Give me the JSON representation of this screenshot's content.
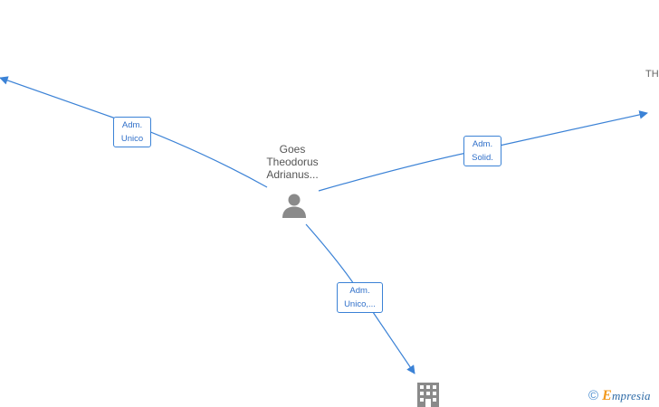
{
  "center_node": {
    "name_lines": [
      "Goes",
      "Theodorus",
      "Adrianus..."
    ],
    "icon": "person-icon"
  },
  "right_node": {
    "label_fragment": "TH"
  },
  "bottom_node": {
    "icon": "building-icon"
  },
  "edges": {
    "left": {
      "line1": "Adm.",
      "line2": "Unico"
    },
    "right": {
      "line1": "Adm.",
      "line2": "Solid."
    },
    "bottom": {
      "line1": "Adm.",
      "line2": "Unico,..."
    }
  },
  "watermark": {
    "copyright_symbol": "©",
    "brand_first_letter": "E",
    "brand_rest": "mpresia",
    "colors": {
      "brand_first": "#f29a1f",
      "brand_rest": "#2d6aa6",
      "copyright": "#4d8fd1"
    }
  },
  "colors": {
    "edge": "#3b82d6",
    "node_icon": "#8a8a8a",
    "node_text": "#555555"
  }
}
